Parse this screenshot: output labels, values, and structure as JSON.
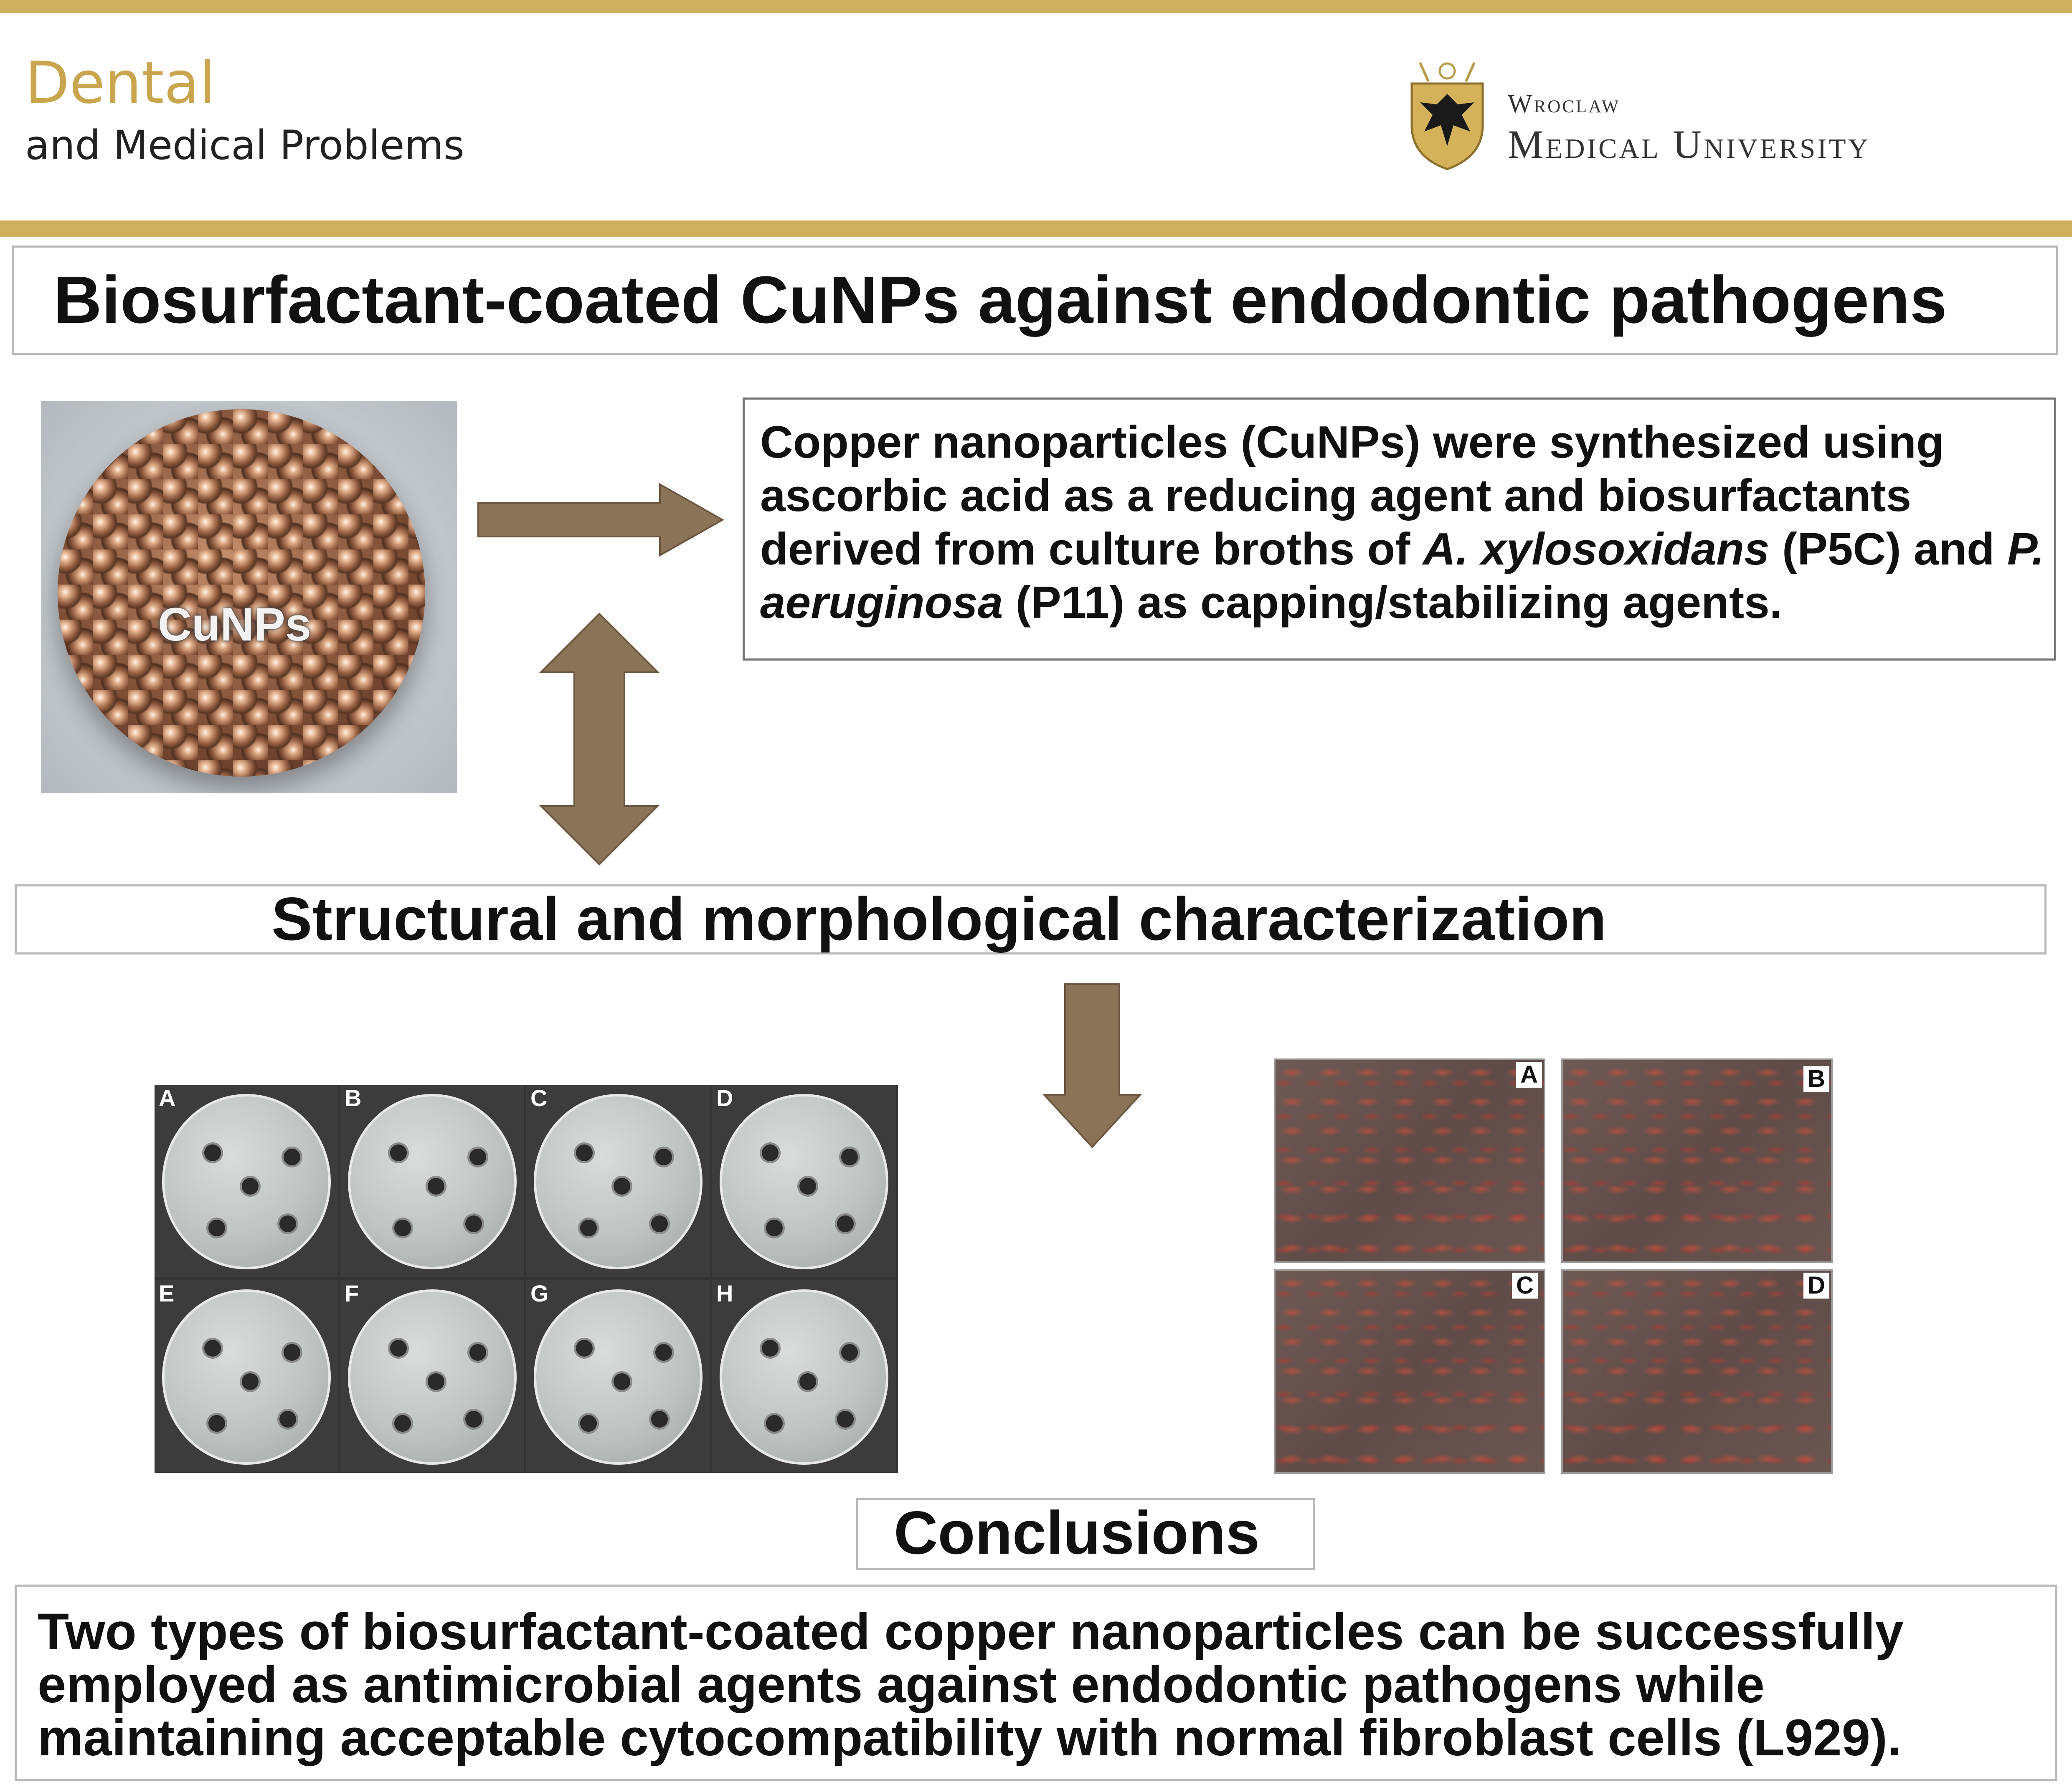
{
  "header": {
    "journal_name_main": "Dental",
    "journal_name_rest": "and Medical Problems",
    "university_line1": "Wroclaw",
    "university_line2": "Medical University",
    "accent_color": "#cfb061"
  },
  "title": "Biosurfactant-coated CuNPs against endodontic pathogens",
  "intro": {
    "text_1": "Copper nanoparticles (CuNPs) were synthesized using ascorbic acid as a reducing agent and biosurfactants derived from culture broths of ",
    "species_1": "A. xylosoxidans",
    "text_2": " (P5C) and ",
    "species_2": "P. aeruginosa",
    "text_3": " (P11) as capping/stabilizing agents."
  },
  "nanoparticle_image_label": "CuNPs",
  "section_heading": "Structural and morphological characterization",
  "plate_labels": [
    "A",
    "B",
    "C",
    "D",
    "E",
    "F",
    "G",
    "H"
  ],
  "micrograph_labels": [
    "A",
    "B",
    "C",
    "D"
  ],
  "conclusions_heading": "Conclusions",
  "conclusion_text": "Two types of biosurfactant-coated copper nanoparticles can be successfully employed as antimicrobial agents against endodontic pathogens while maintaining acceptable cytocompatibility with normal fibroblast cells (L929).",
  "icons": [
    "university-crest-icon",
    "arrow-right-icon",
    "arrow-updown-icon",
    "arrow-down-icon"
  ],
  "arrow_color": "#8b7358"
}
